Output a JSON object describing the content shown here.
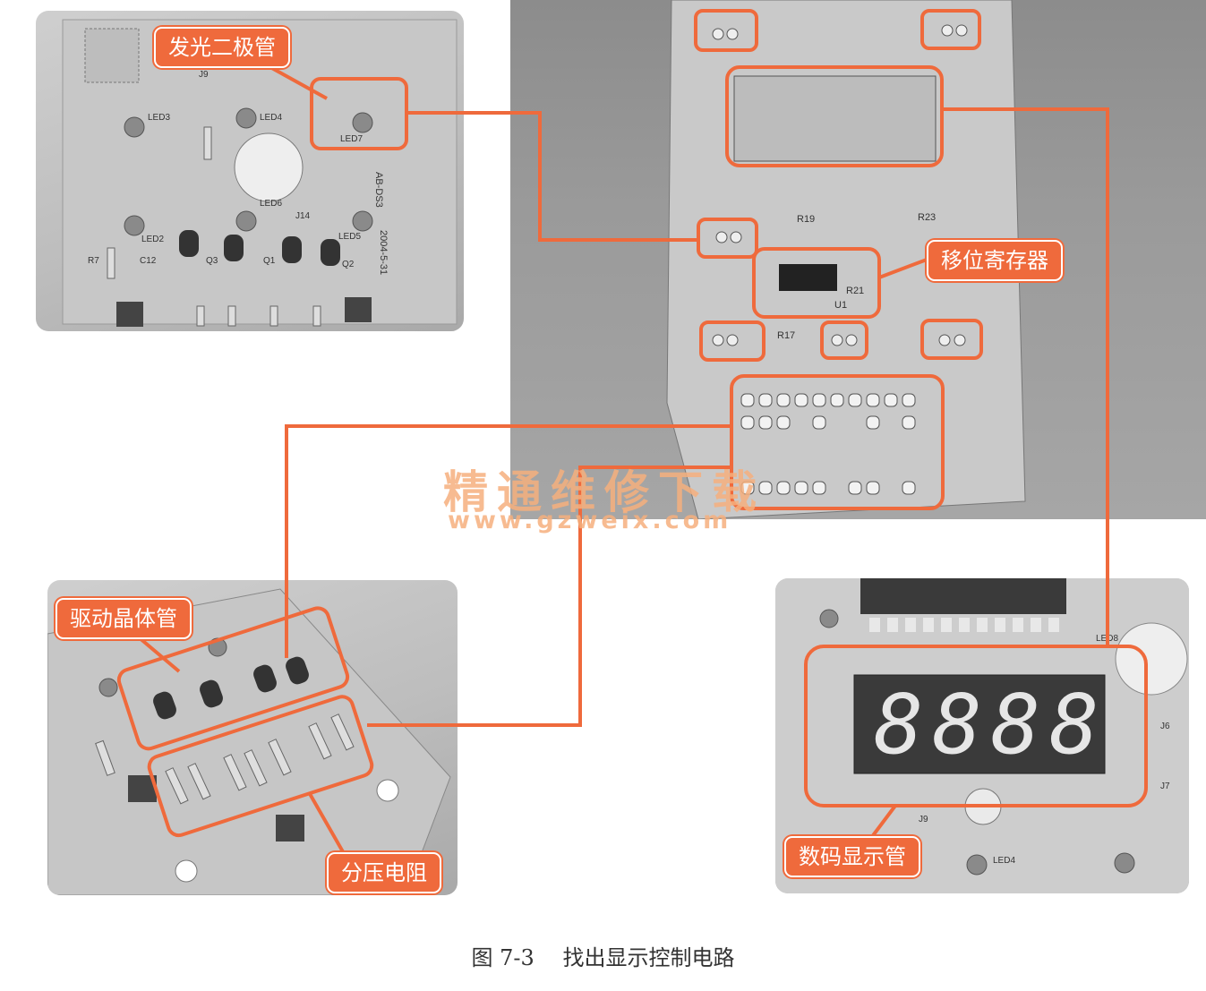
{
  "labels": {
    "led": "发光二极管",
    "shift_register": "移位寄存器",
    "driver_transistor": "驱动晶体管",
    "divider_resistor": "分压电阻",
    "digital_display": "数码显示管"
  },
  "watermark": {
    "title": "精通维修下载",
    "url": "www.gzweix.com"
  },
  "caption": {
    "figure_number": "图 7-3",
    "title": "找出显示控制电路"
  },
  "pcb_marks": {
    "led3": "LED3",
    "led4": "LED4",
    "led2": "LED2",
    "led6": "LED6",
    "led5": "LED5",
    "led7": "LED7",
    "j9": "J9",
    "j14": "J14",
    "c12": "C12",
    "q1": "Q1",
    "q2": "Q2",
    "q3": "Q3",
    "r7": "R7",
    "date": "2004-5-31",
    "board_id": "AB-DS3",
    "r19": "R19",
    "r23": "R23",
    "r21": "R21",
    "r17": "R17",
    "u1": "U1",
    "led4b": "LED4",
    "j9b": "J9",
    "led8": "LED8",
    "j6": "J6",
    "j7": "J7",
    "display_digits": "8888"
  },
  "colors": {
    "accent": "#ef6a3c",
    "watermark": "#f6b07e"
  }
}
